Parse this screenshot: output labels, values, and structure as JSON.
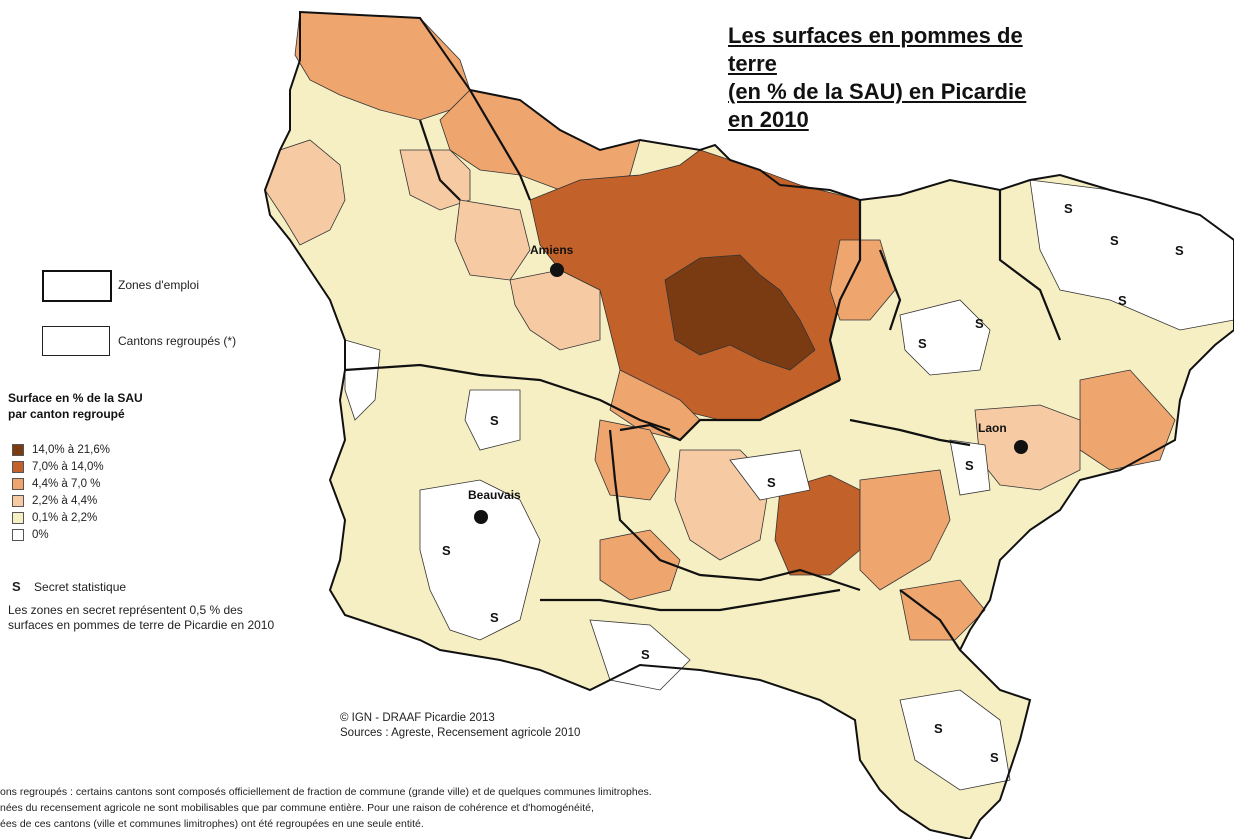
{
  "title": {
    "line1": "Les surfaces en pommes de terre",
    "line2": "(en % de la SAU) en Picardie en 2010"
  },
  "legend": {
    "zones_emploi": "Zones d'emploi",
    "cantons_regroupes": "Cantons regroupés (*)",
    "heading_line1": "Surface en % de la SAU",
    "heading_line2": "par canton regroupé",
    "classes": [
      {
        "label": "14,0% à  21,6%",
        "color": "#7a3b13"
      },
      {
        "label": "7,0% à  14,0%",
        "color": "#c2622a"
      },
      {
        "label": "4,4% à    7,0 %",
        "color": "#eea56e"
      },
      {
        "label": "2,2% à    4,4%",
        "color": "#f6cba3"
      },
      {
        "label": "0,1% à    2,2%",
        "color": "#f7efc4"
      },
      {
        "label": "0%",
        "color": "#ffffff"
      }
    ],
    "secret_symbol": "S",
    "secret_label": "Secret statistique"
  },
  "note": {
    "line1": "Les zones en secret représentent 0,5 % des",
    "line2": "surfaces en pommes de terre de Picardie en 2010"
  },
  "cities": [
    {
      "name": "Amiens"
    },
    {
      "name": "Beauvais"
    },
    {
      "name": "Laon"
    }
  ],
  "secret_marks": [
    "S",
    "S",
    "S",
    "S",
    "S",
    "S",
    "S",
    "S",
    "S",
    "S",
    "S",
    "S",
    "S",
    "S"
  ],
  "credits": {
    "line1": "© IGN - DRAAF Picardie 2013",
    "line2": "Sources : Agreste, Recensement agricole 2010"
  },
  "footnote": {
    "line1": "ons regroupés : certains cantons sont composés officiellement de fraction de commune (grande ville) et de quelques communes limitrophes.",
    "line2": "nées du recensement agricole ne sont mobilisables que par commune entière. Pour une raison de cohérence et d'homogénéité,",
    "line3": "ées de ces cantons (ville et communes limitrophes) ont été regroupées en une seule entité."
  }
}
